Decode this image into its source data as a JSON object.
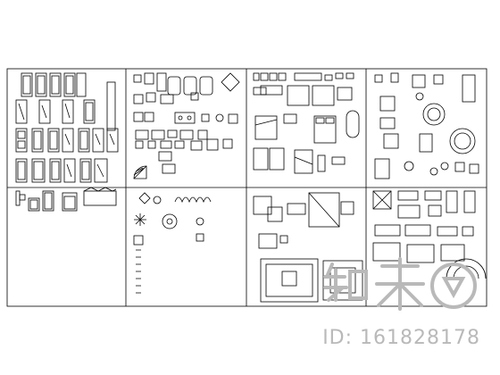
{
  "sheet": {
    "title": "",
    "line_color": "#000000",
    "background": "#ffffff",
    "panels": [
      {
        "name": "doors-elevation"
      },
      {
        "name": "bathroom-fixtures-and-appliances"
      },
      {
        "name": "beds-and-bedroom-furniture"
      },
      {
        "name": "dining-tables-and-chairs"
      },
      {
        "name": "door-elevations-small"
      },
      {
        "name": "symbols-and-plants"
      },
      {
        "name": "sofas-and-carpets"
      },
      {
        "name": "living-room-sets"
      }
    ]
  },
  "watermark": {
    "logo_text": "知末",
    "id_text": "ID: 161828178",
    "color": "#b9b9b9"
  }
}
